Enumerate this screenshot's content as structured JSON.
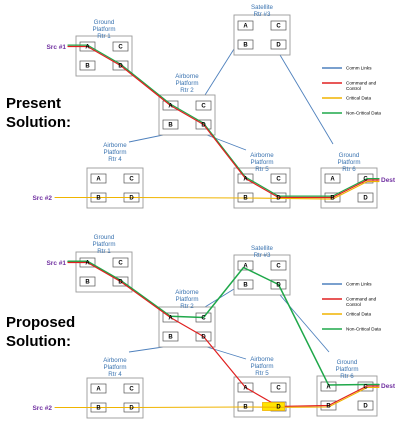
{
  "colors": {
    "comm_link": "#4f81bd",
    "command_control": "#e02020",
    "critical_data": "#f0b400",
    "non_critical_data": "#1fa84a",
    "endpoint_text": "#7030a0",
    "node_title": "#3a73b0",
    "highlight_fill": "#ffe400"
  },
  "legend": [
    {
      "key": "comm_link",
      "lines": [
        "Comm Links"
      ]
    },
    {
      "key": "command_control",
      "lines": [
        "Command and",
        "Control"
      ]
    },
    {
      "key": "critical_data",
      "lines": [
        "Critical Data"
      ]
    },
    {
      "key": "non_critical_data",
      "lines": [
        "Non-Critical Data"
      ]
    }
  ],
  "sections": [
    {
      "id": "present",
      "label_lines": [
        "Present",
        "Solution:"
      ],
      "nodes": [
        {
          "id": "rtr1",
          "title_lines": [
            "Ground",
            "Platform",
            "Rtr 1"
          ],
          "ports": [
            "A",
            "C",
            "B",
            "D"
          ]
        },
        {
          "id": "rtr2",
          "title_lines": [
            "Airborne",
            "Platform",
            "Rtr 2"
          ],
          "ports": [
            "A",
            "C",
            "B",
            "D"
          ]
        },
        {
          "id": "rtr3",
          "title_lines": [
            "Satellite",
            "Rtr #3"
          ],
          "ports": [
            "A",
            "C",
            "B",
            "D"
          ]
        },
        {
          "id": "rtr4",
          "title_lines": [
            "Airborne",
            "Platform",
            "Rtr 4"
          ],
          "ports": [
            "A",
            "C",
            "B",
            "D"
          ]
        },
        {
          "id": "rtr5",
          "title_lines": [
            "Airborne",
            "Platform",
            "Rtr 5"
          ],
          "ports": [
            "A",
            "C",
            "B",
            "D"
          ]
        },
        {
          "id": "rtr6",
          "title_lines": [
            "Ground",
            "Platform",
            "Rtr 6"
          ],
          "ports": [
            "A",
            "C",
            "B",
            "D"
          ]
        }
      ],
      "endpoints": {
        "src1": "Src #1",
        "src2": "Src #2",
        "dest": "Dest"
      }
    },
    {
      "id": "proposed",
      "label_lines": [
        "Proposed",
        "Solution:"
      ],
      "nodes": [
        {
          "id": "rtr1",
          "title_lines": [
            "Ground",
            "Platform",
            "Rtr 1"
          ],
          "ports": [
            "A",
            "C",
            "B",
            "D"
          ]
        },
        {
          "id": "rtr2",
          "title_lines": [
            "Airborne",
            "Platform",
            "Rtr 2"
          ],
          "ports": [
            "A",
            "C",
            "B",
            "D"
          ]
        },
        {
          "id": "rtr3",
          "title_lines": [
            "Satellite",
            "Rtr #3"
          ],
          "ports": [
            "A",
            "C",
            "B",
            "D"
          ]
        },
        {
          "id": "rtr4",
          "title_lines": [
            "Airborne",
            "Platform",
            "Rtr 4"
          ],
          "ports": [
            "A",
            "C",
            "B",
            "D"
          ]
        },
        {
          "id": "rtr5",
          "title_lines": [
            "Airborne",
            "Platform",
            "Rtr 5"
          ],
          "ports": [
            "A",
            "C",
            "B",
            "D"
          ]
        },
        {
          "id": "rtr6",
          "title_lines": [
            "Ground",
            "Platform",
            "Rtr 6"
          ],
          "ports": [
            "A",
            "C",
            "B",
            "D"
          ]
        }
      ],
      "endpoints": {
        "src1": "Src #1",
        "src2": "Src #2",
        "dest": "Dest"
      }
    }
  ]
}
